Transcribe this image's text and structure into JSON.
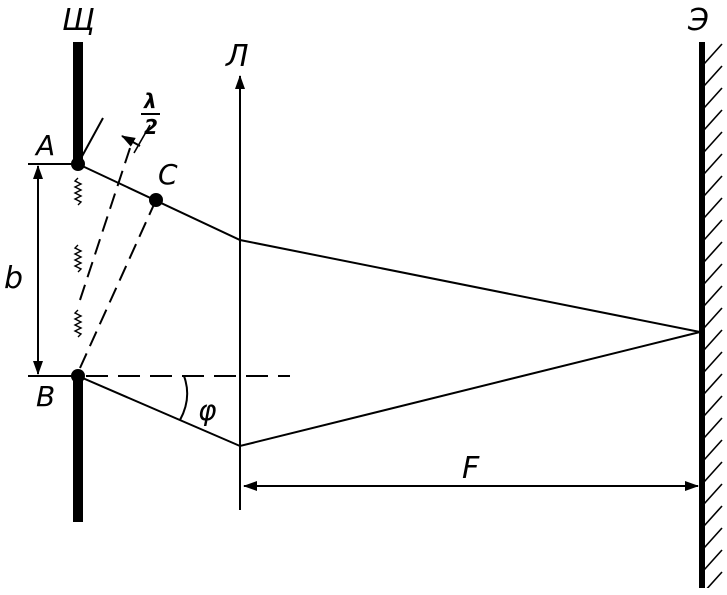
{
  "labels": {
    "slit": "Щ",
    "screen": "Э",
    "lens": "Л",
    "point_a": "A",
    "point_b": "B",
    "point_c": "C",
    "slit_width": "b",
    "angle": "φ",
    "focal_length": "F",
    "half_wave_num": "λ",
    "half_wave_den": "2"
  },
  "colors": {
    "ink": "#000000",
    "background": "#ffffff"
  }
}
